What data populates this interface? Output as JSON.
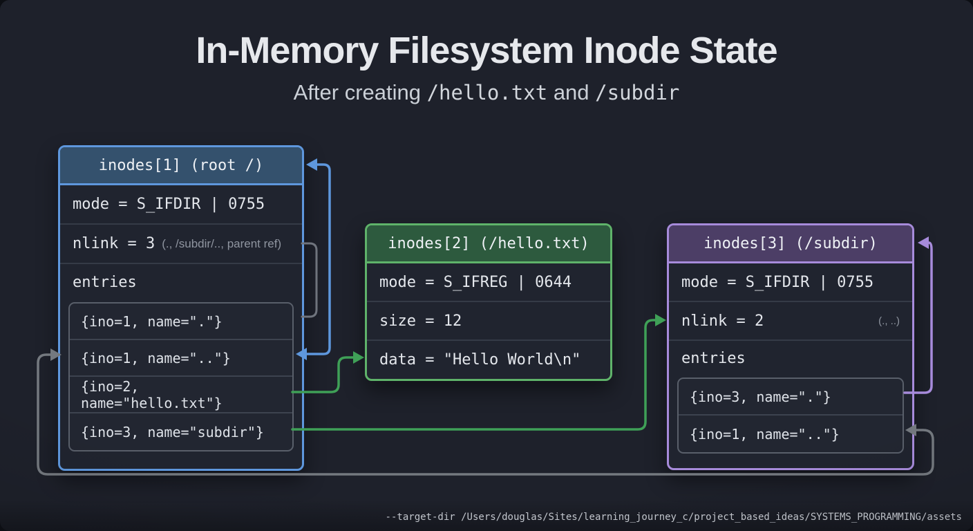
{
  "title": "In-Memory Filesystem Inode State",
  "subtitle": {
    "prefix": "After creating ",
    "path1": "/hello.txt",
    "middle": " and ",
    "path2": "/subdir"
  },
  "inodes": [
    {
      "header": "inodes[1] (root /)",
      "fields": {
        "mode": "mode = S_IFDIR | 0755",
        "nlink": "nlink = 3",
        "nlink_note": "(., /subdir/.., parent ref)",
        "entries_label": "entries"
      },
      "entries": [
        "{ino=1, name=\".\"}",
        "{ino=1, name=\"..\"}",
        "{ino=2, name=\"hello.txt\"}",
        "{ino=3, name=\"subdir\"}"
      ]
    },
    {
      "header": "inodes[2] (/hello.txt)",
      "fields": {
        "mode": "mode = S_IFREG | 0644",
        "size": "size = 12",
        "data": "data = \"Hello World\\n\""
      }
    },
    {
      "header": "inodes[3] (/subdir)",
      "fields": {
        "mode": "mode = S_IFDIR | 0755",
        "nlink": "nlink = 2",
        "nlink_note": "(., ..)",
        "entries_label": "entries"
      },
      "entries": [
        "{ino=3, name=\".\"}",
        "{ino=1, name=\"..\"}"
      ]
    }
  ],
  "connections": [
    {
      "from": "inodes[1] entry ..",
      "to": "inodes[1] header",
      "color": "#5e97dd"
    },
    {
      "from": "inodes[1] nlink",
      "to": "inodes[1] entry .",
      "color": "#6f747d"
    },
    {
      "from": "inodes[1] entry hello.txt",
      "to": "inodes[2]",
      "color": "#3fa057"
    },
    {
      "from": "inodes[1] entry subdir",
      "to": "inodes[3] nlink",
      "color": "#3fa057"
    },
    {
      "from": "inodes[3] entry .",
      "to": "inodes[3] header",
      "color": "#a78bdb"
    },
    {
      "from": "inodes[3] entry ..",
      "to": "inodes[1]",
      "color": "#74797f"
    }
  ],
  "colors": {
    "background": "#1e212b",
    "accent_blue": "#5e97dd",
    "accent_green": "#5fb36a",
    "arrow_green": "#3fa057",
    "accent_purple": "#a78bdb",
    "arrow_gray": "#74797f"
  },
  "footer": {
    "command": "--target-dir /Users/douglas/Sites/learning_journey_c/project_based_ideas/SYSTEMS_PROGRAMMING/assets"
  }
}
